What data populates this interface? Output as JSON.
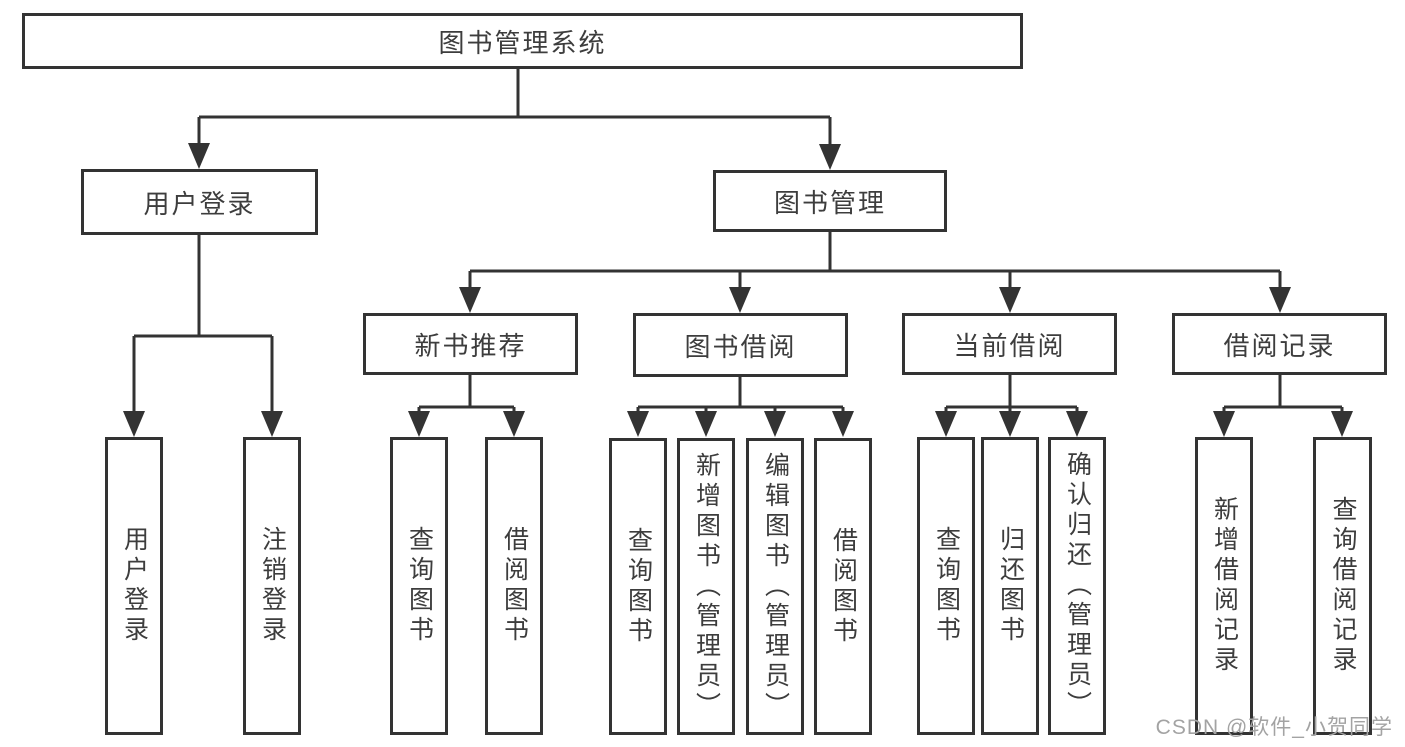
{
  "diagram": {
    "type": "hierarchy-tree",
    "title": "图书管理系统"
  },
  "colors": {
    "line": "#333333",
    "text": "#3d3d3d",
    "watermark": "#a3a3a3",
    "background": "#ffffff"
  },
  "nodes": {
    "root": {
      "label": "图书管理系统"
    },
    "user_login": {
      "label": "用户登录"
    },
    "book_mgmt": {
      "label": "图书管理"
    },
    "new_book_rec": {
      "label": "新书推荐"
    },
    "book_borrow": {
      "label": "图书借阅"
    },
    "current_borrow": {
      "label": "当前借阅"
    },
    "borrow_record": {
      "label": "借阅记录"
    },
    "leaf_user_login": {
      "label": "用户登录"
    },
    "leaf_logout": {
      "label": "注销登录"
    },
    "leaf_query_book_1": {
      "label": "查询图书"
    },
    "leaf_borrow_book_1": {
      "label": "借阅图书"
    },
    "leaf_query_book_2": {
      "label": "查询图书"
    },
    "leaf_add_book": {
      "label": "新增图书（管理员）"
    },
    "leaf_edit_book": {
      "label": "编辑图书（管理员）"
    },
    "leaf_borrow_book_2": {
      "label": "借阅图书"
    },
    "leaf_query_book_3": {
      "label": "查询图书"
    },
    "leaf_return_book": {
      "label": "归还图书"
    },
    "leaf_confirm_return": {
      "label": "确认归还（管理员）"
    },
    "leaf_add_record": {
      "label": "新增借阅记录"
    },
    "leaf_query_record": {
      "label": "查询借阅记录"
    }
  },
  "edges": [
    {
      "from": "图书管理系统",
      "to": "用户登录"
    },
    {
      "from": "图书管理系统",
      "to": "图书管理"
    },
    {
      "from": "用户登录",
      "to": "用户登录"
    },
    {
      "from": "用户登录",
      "to": "注销登录"
    },
    {
      "from": "图书管理",
      "to": "新书推荐"
    },
    {
      "from": "图书管理",
      "to": "图书借阅"
    },
    {
      "from": "图书管理",
      "to": "当前借阅"
    },
    {
      "from": "图书管理",
      "to": "借阅记录"
    },
    {
      "from": "新书推荐",
      "to": "查询图书"
    },
    {
      "from": "新书推荐",
      "to": "借阅图书"
    },
    {
      "from": "图书借阅",
      "to": "查询图书"
    },
    {
      "from": "图书借阅",
      "to": "新增图书（管理员）"
    },
    {
      "from": "图书借阅",
      "to": "编辑图书（管理员）"
    },
    {
      "from": "图书借阅",
      "to": "借阅图书"
    },
    {
      "from": "当前借阅",
      "to": "查询图书"
    },
    {
      "from": "当前借阅",
      "to": "归还图书"
    },
    {
      "from": "当前借阅",
      "to": "确认归还（管理员）"
    },
    {
      "from": "借阅记录",
      "to": "新增借阅记录"
    },
    {
      "from": "借阅记录",
      "to": "查询借阅记录"
    }
  ],
  "watermark": {
    "text": "CSDN @软件_小贺同学"
  }
}
